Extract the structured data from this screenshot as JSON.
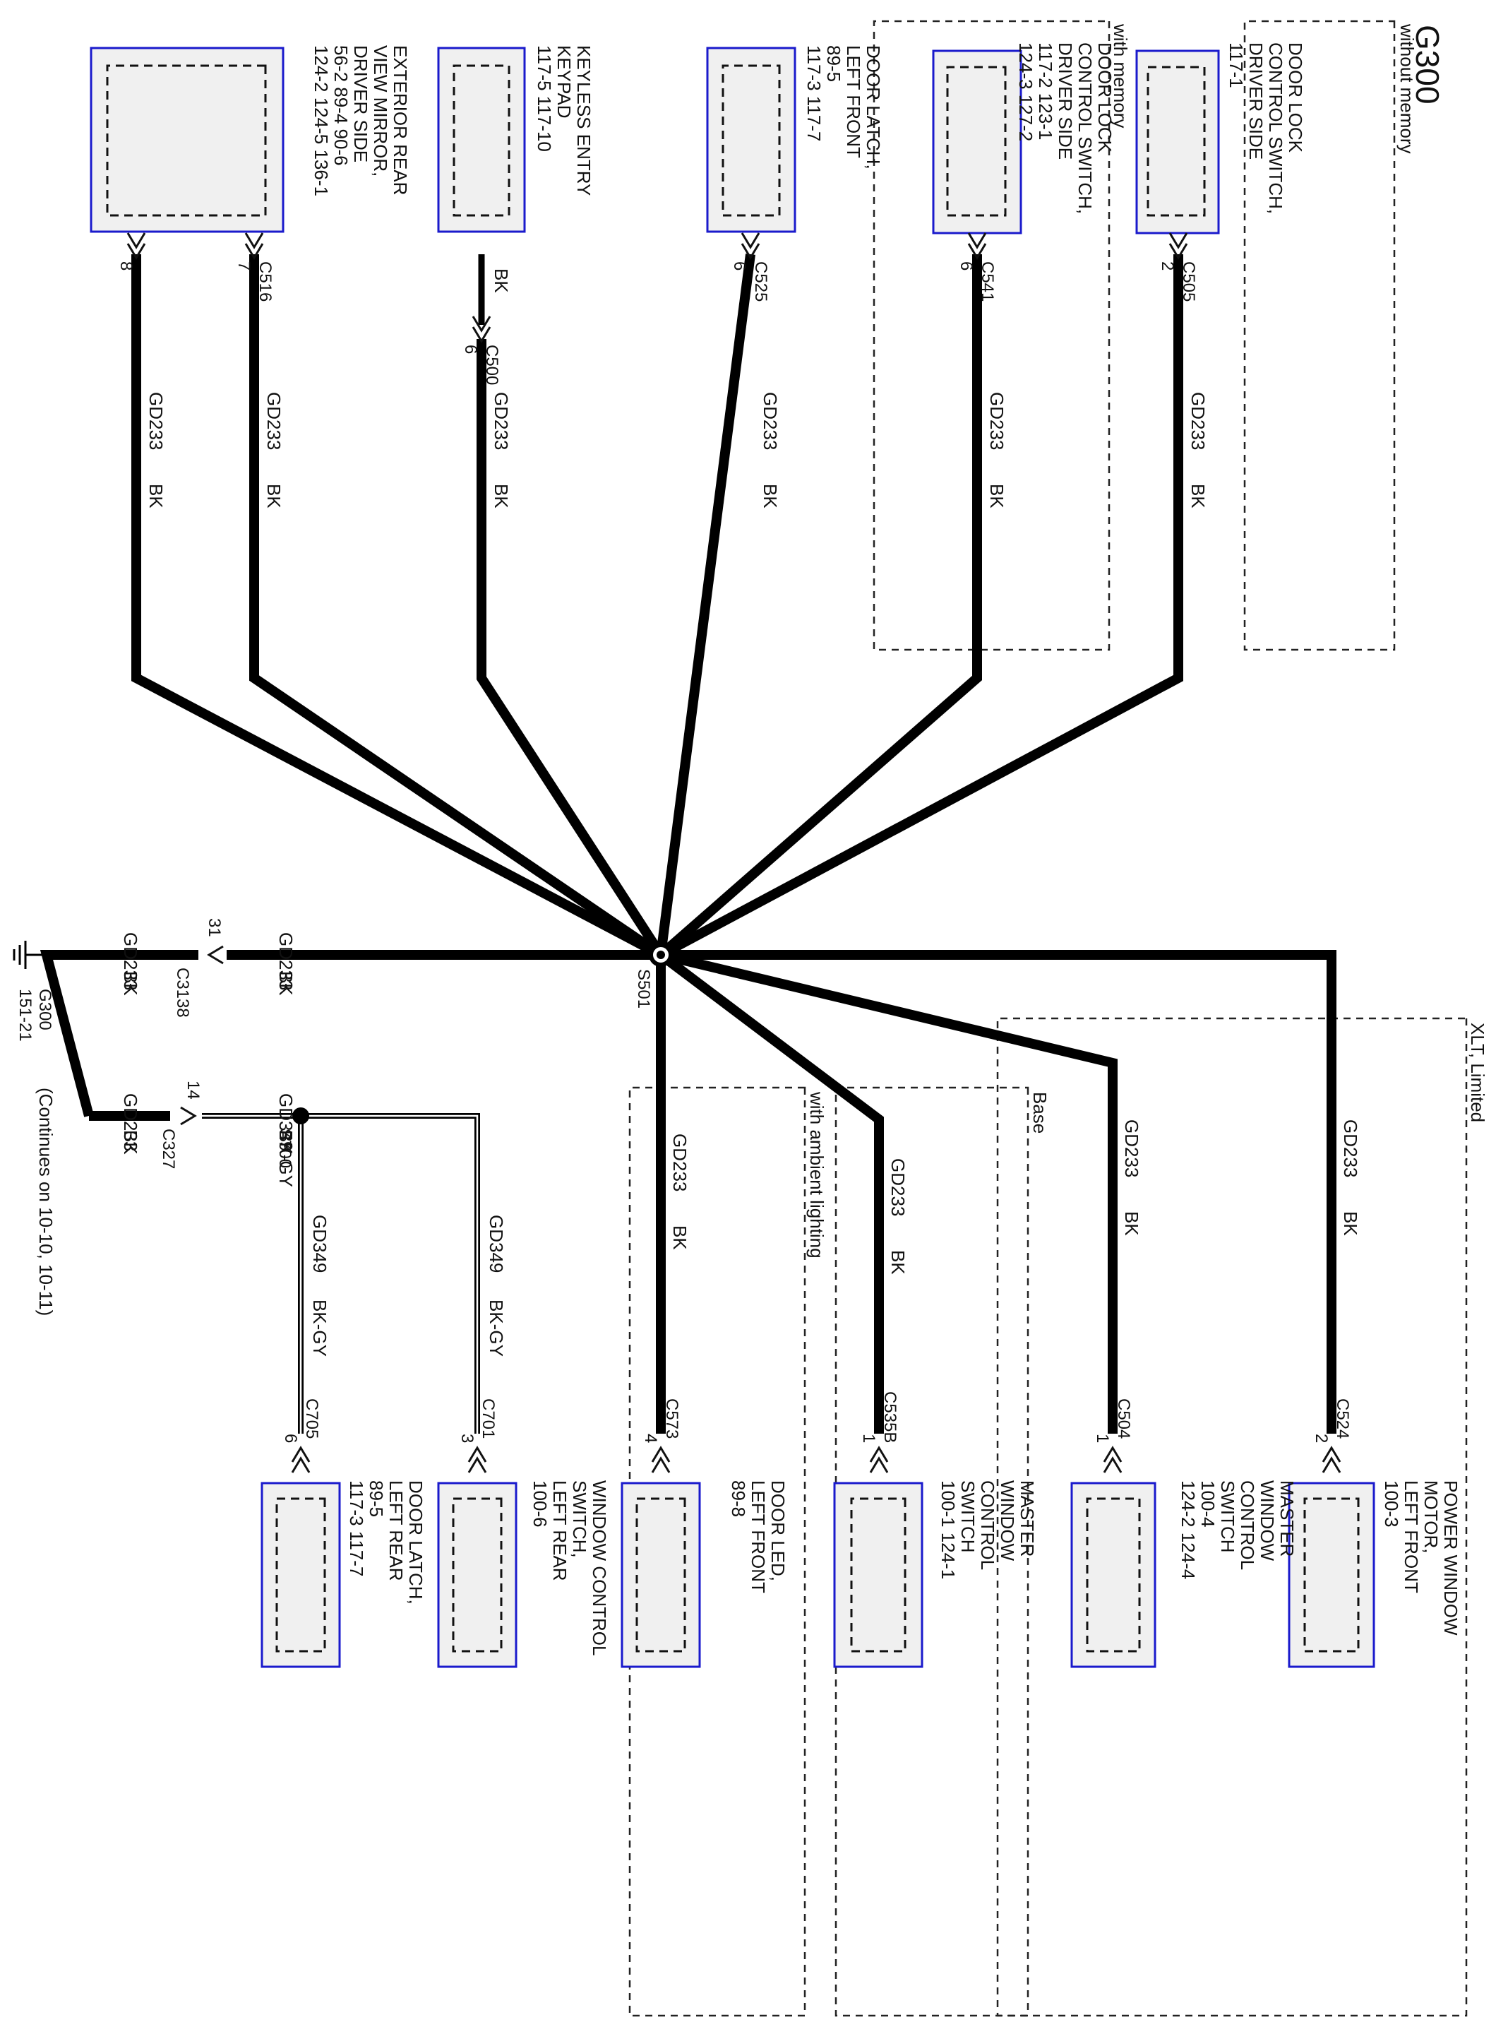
{
  "diagram_title": "G300",
  "groups": {
    "without_memory": "without memory",
    "with_memory": "with memory",
    "xlt_limited": "XLT, Limited",
    "base": "Base",
    "ambient": "with ambient lighting"
  },
  "splices": {
    "s501": "S501",
    "s700": "S700"
  },
  "ground": {
    "name": "G300",
    "ref": "151-21",
    "note": "(Continues on 10-10, 10-11)"
  },
  "components": {
    "door_lock_no_mem": {
      "lines": [
        "DOOR LOCK",
        "CONTROL SWITCH,",
        "DRIVER SIDE",
        "117-1"
      ]
    },
    "door_lock_mem": {
      "lines": [
        "DOOR LOCK",
        "CONTROL SWITCH,",
        "DRIVER SIDE",
        "117-2    123-1",
        "124-3    127-2"
      ]
    },
    "door_latch_lf": {
      "lines": [
        "DOOR LATCH,",
        "LEFT FRONT",
        "89-5",
        "117-3      117-7"
      ]
    },
    "keyless": {
      "lines": [
        "KEYLESS ENTRY",
        "KEYPAD",
        "117-5   117-10"
      ]
    },
    "mirror": {
      "lines": [
        "EXTERIOR REAR",
        "VIEW MIRROR,",
        "DRIVER SIDE",
        "56-2        89-4       90-6",
        "124-2      124-5      136-1"
      ]
    },
    "power_window": {
      "lines": [
        "POWER WINDOW",
        "MOTOR,",
        "LEFT FRONT",
        "100-3"
      ]
    },
    "master_xlt": {
      "lines": [
        "MASTER",
        "WINDOW",
        "CONTROL",
        "SWITCH",
        "100-4",
        "124-2          124-4"
      ]
    },
    "master_base": {
      "lines": [
        "MASTER",
        "WINDOW",
        "CONTROL",
        "SWITCH",
        "100-1        124-1"
      ]
    },
    "door_led": {
      "lines": [
        "DOOR LED,",
        "LEFT FRONT",
        "89-8"
      ]
    },
    "window_ctrl_lr": {
      "lines": [
        "WINDOW CONTROL",
        "SWITCH,",
        "LEFT REAR",
        "100-6"
      ]
    },
    "door_latch_lr": {
      "lines": [
        "DOOR LATCH,",
        "LEFT REAR",
        "89-5",
        "117-3      117-7"
      ]
    }
  },
  "connectors": {
    "c505": {
      "name": "C505",
      "pin": "2"
    },
    "c541": {
      "name": "C541",
      "pin": "6"
    },
    "c525": {
      "name": "C525",
      "pin": "6"
    },
    "c500": {
      "name": "C500",
      "pin": "6"
    },
    "c516": {
      "name": "C516",
      "pin_a": "7",
      "pin_b": "8"
    },
    "c524": {
      "name": "C524",
      "pin": "2"
    },
    "c504": {
      "name": "C504",
      "pin": "1"
    },
    "c535b": {
      "name": "C535B",
      "pin": "1"
    },
    "c573": {
      "name": "C573",
      "pin": "4"
    },
    "c701": {
      "name": "C701",
      "pin": "3"
    },
    "c705": {
      "name": "C705",
      "pin": "6"
    },
    "c3138": {
      "name": "C3138",
      "pin": "31"
    },
    "c327": {
      "name": "C327",
      "pin": "14"
    }
  },
  "wire_labels": {
    "gd233": "GD233",
    "bk": "BK",
    "gd349": "GD349",
    "bkgy": "BK-GY"
  }
}
